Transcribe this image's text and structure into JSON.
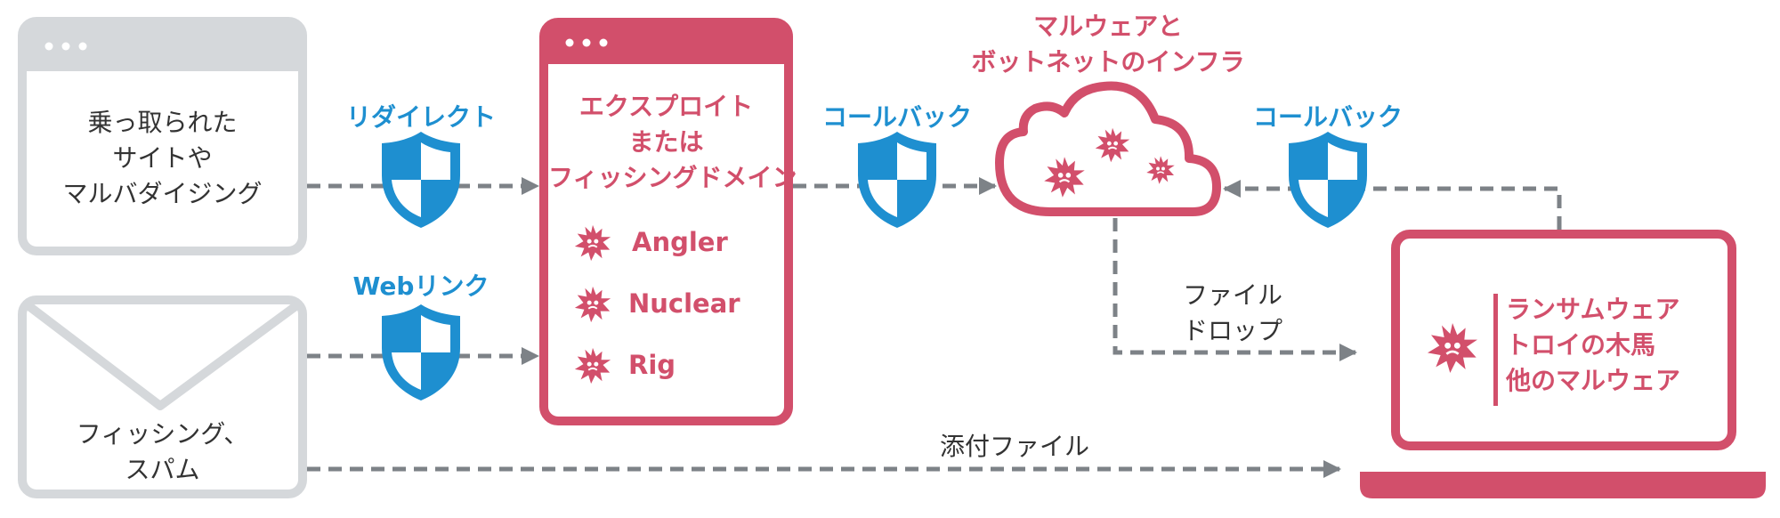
{
  "sources": {
    "hijacked_site": {
      "lines": [
        "乗っ取られた",
        "サイトや",
        "マルバダイジング"
      ]
    },
    "phishing_spam": {
      "lines": [
        "フィッシング、",
        "スパム"
      ]
    }
  },
  "connectors": {
    "redirect": "リダイレクト",
    "web_link": "Webリンク",
    "callback_1": "コールバック",
    "callback_2": "コールバック",
    "file_drop": [
      "ファイル",
      "ドロップ"
    ],
    "attachment": "添付ファイル"
  },
  "exploit_domain": {
    "title": [
      "エクスプロイト",
      "または",
      "フィッシングドメイン"
    ],
    "kits": [
      "Angler",
      "Nuclear",
      "Rig"
    ]
  },
  "infrastructure": {
    "title": [
      "マルウェアと",
      "ボットネットのインフラ"
    ]
  },
  "victim": {
    "payloads": [
      "ランサムウェア",
      "トロイの木馬",
      "他のマルウェア"
    ]
  },
  "colors": {
    "gray": "#d5d8db",
    "arrow": "#7d8287",
    "red": "#d24f6b",
    "blue": "#1e8fd0",
    "text": "#333333"
  },
  "icons": [
    "shield-icon",
    "malware-virus-icon",
    "cloud-icon",
    "envelope-icon",
    "laptop-icon",
    "browser-window-icon"
  ]
}
